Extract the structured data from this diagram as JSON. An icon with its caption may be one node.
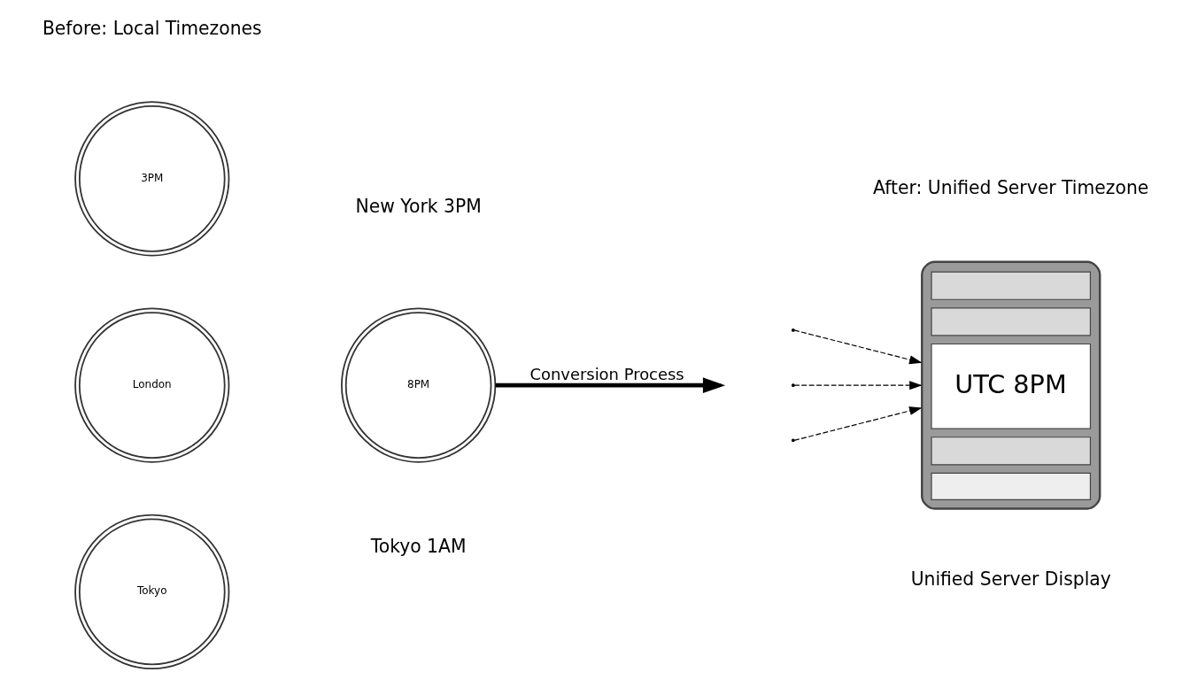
{
  "diagram": {
    "nodes": [
      {
        "text": [
          "3PM"
        ]
      },
      {
        "text": [
          "London"
        ]
      },
      {
        "text": [
          "8PM"
        ]
      },
      {
        "text": [
          "Tokyo"
        ]
      },
      {
        "text": [
          "UTC 8PM"
        ]
      }
    ],
    "edges": [
      {
        "from": 2,
        "to": null,
        "arrow": "to",
        "label": "Conversion Process",
        "style": "thick"
      },
      {
        "from": null,
        "to": 4,
        "arrow": "to",
        "style": "dashed"
      },
      {
        "from": null,
        "to": 4,
        "arrow": "to",
        "style": "dashed"
      },
      {
        "from": null,
        "to": 4,
        "arrow": "to",
        "style": "dashed"
      }
    ],
    "labels": [
      "Before: Local Timezones",
      "After: Unified Server Timezone",
      "New York 3PM",
      "Tokyo 1AM",
      "Unified Server Display"
    ]
  }
}
